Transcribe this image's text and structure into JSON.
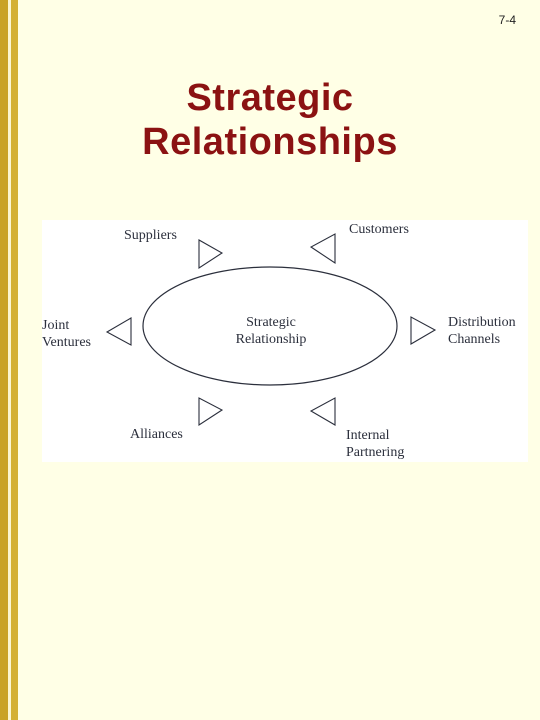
{
  "slide_number": "7-4",
  "title": {
    "line1": "Strategic",
    "line2": "Relationships"
  },
  "diagram": {
    "center": {
      "line1": "Strategic",
      "line2": "Relationship"
    },
    "nodes": {
      "suppliers": "Suppliers",
      "customers": "Customers",
      "joint_ventures": {
        "line1": "Joint",
        "line2": "Ventures"
      },
      "distribution_channels": {
        "line1": "Distribution",
        "line2": "Channels"
      },
      "alliances": "Alliances",
      "internal_partnering": {
        "line1": "Internal",
        "line2": "Partnering"
      }
    }
  },
  "colors": {
    "background": "#ffffe6",
    "title": "#8b1212",
    "stripe": "#c9a227",
    "diagram_ink": "#2b2f3c"
  }
}
